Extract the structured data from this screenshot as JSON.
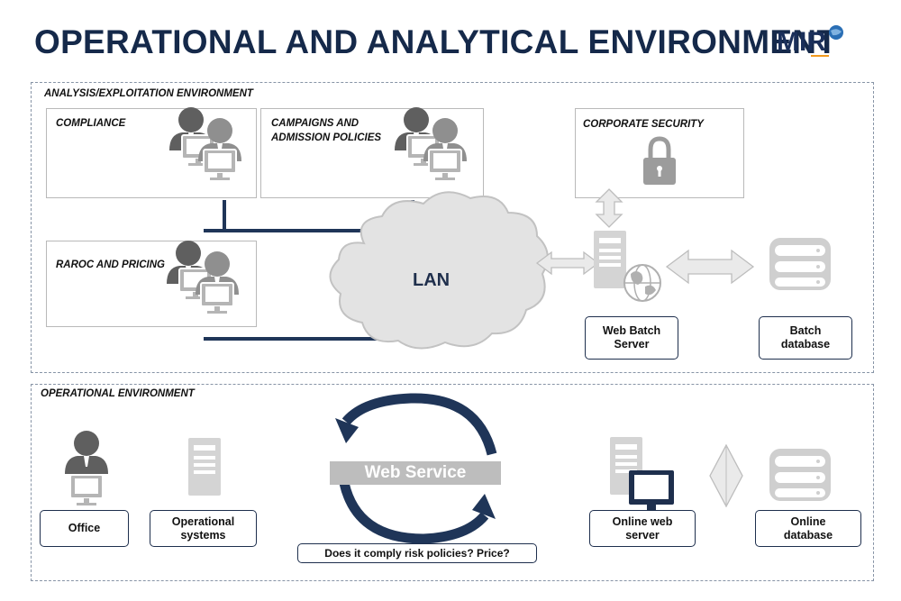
{
  "title": "OPERATIONAL AND ANALYTICAL ENVIRONMENT",
  "logo": {
    "text": "MIR",
    "icon": "globe-logo"
  },
  "analysis_env": {
    "label": "ANALYSIS/EXPLOITATION ENVIRONMENT",
    "compliance": "COMPLIANCE",
    "campaigns_line1": "CAMPAIGNS AND",
    "campaigns_line2": "ADMISSION POLICIES",
    "corporate_security": "CORPORATE SECURITY",
    "raroc": "RAROC AND  PRICING",
    "lan": "LAN",
    "web_batch_line1": "Web Batch",
    "web_batch_line2": "Server",
    "batch_db_line1": "Batch",
    "batch_db_line2": "database"
  },
  "operational_env": {
    "label": "OPERATIONAL ENVIRONMENT",
    "office": "Office",
    "op_systems_line1": "Operational",
    "op_systems_line2": "systems",
    "web_service": "Web Service",
    "question": "Does it comply risk policies? Price?",
    "online_web_line1": "Online web",
    "online_web_line2": "server",
    "online_db_line1": "Online",
    "online_db_line2": "database"
  },
  "colors": {
    "navy": "#15294a",
    "gray": "#9a9a9a",
    "light_gray": "#d0d0d0",
    "accent": "#f29a1f"
  }
}
